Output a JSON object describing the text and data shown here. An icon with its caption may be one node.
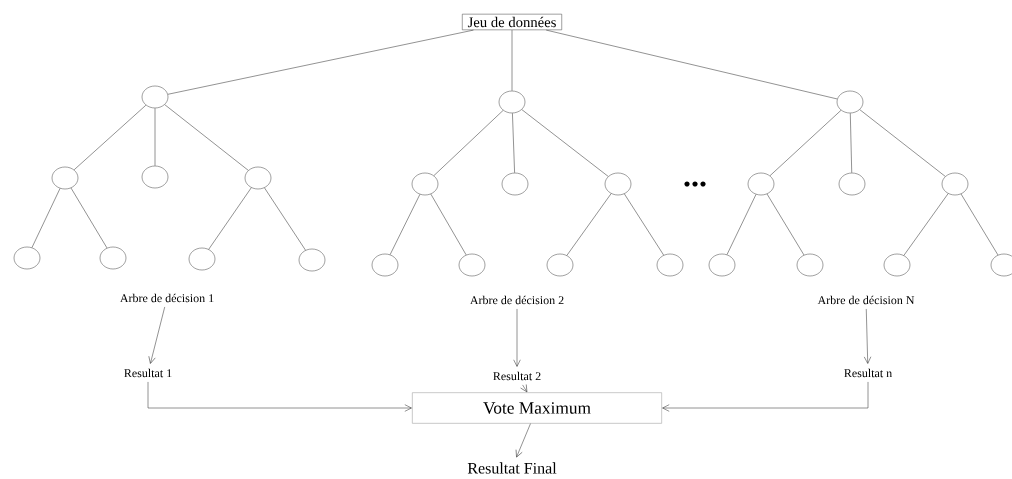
{
  "diagram": {
    "nodes": [
      {
        "text": [
          "Jeu de données"
        ]
      },
      {
        "text": [],
        "shape": "circle"
      },
      {
        "text": [],
        "shape": "circle"
      },
      {
        "text": [],
        "shape": "circle"
      },
      {
        "text": [],
        "shape": "circle"
      },
      {
        "text": [],
        "shape": "circle"
      },
      {
        "text": [],
        "shape": "circle"
      },
      {
        "text": [],
        "shape": "circle"
      },
      {
        "text": [],
        "shape": "circle"
      },
      {
        "text": [],
        "shape": "circle"
      },
      {
        "text": [],
        "shape": "circle"
      },
      {
        "text": [],
        "shape": "circle"
      },
      {
        "text": [],
        "shape": "circle"
      },
      {
        "text": [],
        "shape": "circle"
      },
      {
        "text": [],
        "shape": "circle"
      },
      {
        "text": [],
        "shape": "circle"
      },
      {
        "text": [],
        "shape": "circle"
      },
      {
        "text": [],
        "shape": "circle"
      },
      {
        "text": [],
        "shape": "circle"
      },
      {
        "text": [],
        "shape": "circle"
      },
      {
        "text": [],
        "shape": "circle"
      },
      {
        "text": [],
        "shape": "circle"
      },
      {
        "text": [],
        "shape": "circle"
      },
      {
        "text": [],
        "shape": "circle"
      },
      {
        "text": [],
        "shape": "circle"
      },
      {
        "text": [
          "Arbre de décision 1"
        ]
      },
      {
        "text": [
          "Arbre de décision 2"
        ]
      },
      {
        "text": [
          "Arbre de décision N"
        ]
      },
      {
        "text": [
          "Resultat 1"
        ]
      },
      {
        "text": [
          "Resultat 2"
        ]
      },
      {
        "text": [
          "Resultat n"
        ]
      },
      {
        "text": [
          "Vote Maximum"
        ]
      },
      {
        "text": [
          "Resultat Final"
        ]
      }
    ],
    "edges": [
      {
        "from": 0,
        "to": 1,
        "arrow": "none"
      },
      {
        "from": 0,
        "to": 9,
        "arrow": "none"
      },
      {
        "from": 0,
        "to": 17,
        "arrow": "none"
      },
      {
        "from": 1,
        "to": 2,
        "arrow": "none"
      },
      {
        "from": 1,
        "to": 3,
        "arrow": "none"
      },
      {
        "from": 1,
        "to": 4,
        "arrow": "none"
      },
      {
        "from": 2,
        "to": 5,
        "arrow": "none"
      },
      {
        "from": 2,
        "to": 6,
        "arrow": "none"
      },
      {
        "from": 4,
        "to": 7,
        "arrow": "none"
      },
      {
        "from": 4,
        "to": 8,
        "arrow": "none"
      },
      {
        "from": 9,
        "to": 10,
        "arrow": "none"
      },
      {
        "from": 9,
        "to": 11,
        "arrow": "none"
      },
      {
        "from": 9,
        "to": 12,
        "arrow": "none"
      },
      {
        "from": 10,
        "to": 13,
        "arrow": "none"
      },
      {
        "from": 10,
        "to": 14,
        "arrow": "none"
      },
      {
        "from": 12,
        "to": 15,
        "arrow": "none"
      },
      {
        "from": 12,
        "to": 16,
        "arrow": "none"
      },
      {
        "from": 17,
        "to": 18,
        "arrow": "none"
      },
      {
        "from": 17,
        "to": 19,
        "arrow": "none"
      },
      {
        "from": 17,
        "to": 20,
        "arrow": "none"
      },
      {
        "from": 18,
        "to": 21,
        "arrow": "none"
      },
      {
        "from": 18,
        "to": 22,
        "arrow": "none"
      },
      {
        "from": 20,
        "to": 23,
        "arrow": "none"
      },
      {
        "from": 20,
        "to": 24,
        "arrow": "none"
      },
      {
        "from": 25,
        "to": 28,
        "arrow": "to"
      },
      {
        "from": 26,
        "to": 29,
        "arrow": "to"
      },
      {
        "from": 27,
        "to": 30,
        "arrow": "to"
      },
      {
        "from": 28,
        "to": 31,
        "arrow": "to"
      },
      {
        "from": 29,
        "to": 31,
        "arrow": "to"
      },
      {
        "from": 30,
        "to": 31,
        "arrow": "to"
      },
      {
        "from": 31,
        "to": 32,
        "arrow": "to"
      }
    ]
  }
}
